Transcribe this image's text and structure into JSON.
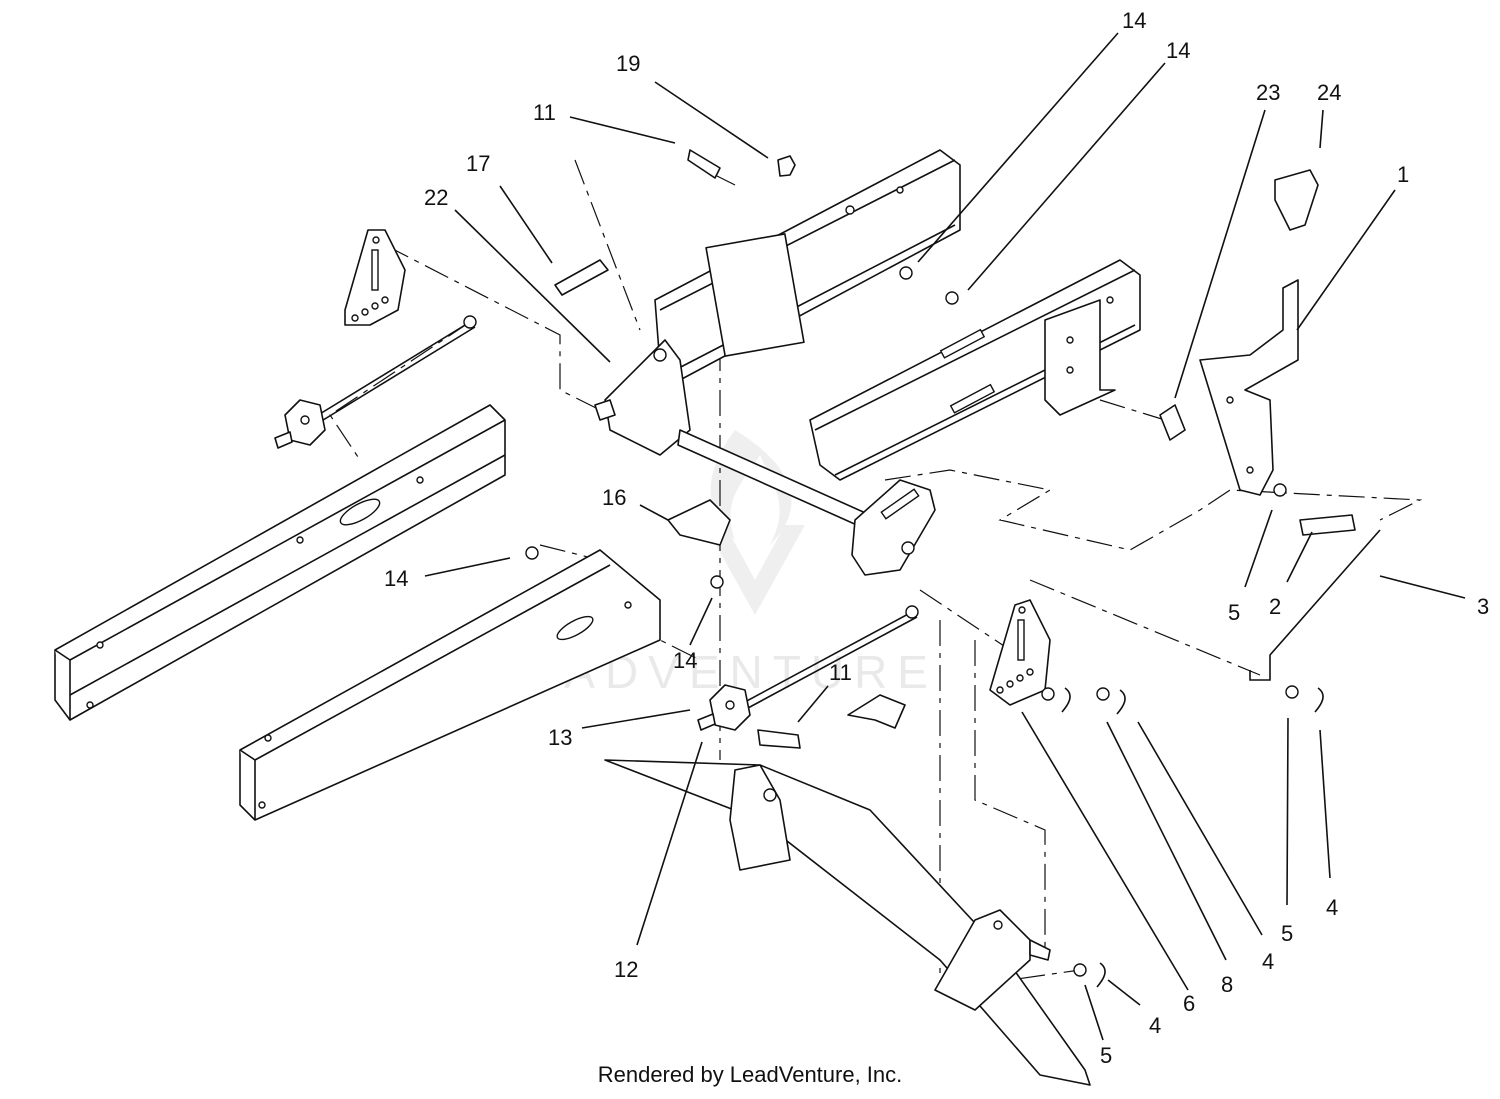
{
  "callouts": [
    {
      "label": "14"
    },
    {
      "label": "14"
    },
    {
      "label": "19"
    },
    {
      "label": "23"
    },
    {
      "label": "24"
    },
    {
      "label": "11"
    },
    {
      "label": "1"
    },
    {
      "label": "17"
    },
    {
      "label": "22"
    },
    {
      "label": "16"
    },
    {
      "label": "5"
    },
    {
      "label": "2"
    },
    {
      "label": "3"
    },
    {
      "label": "14"
    },
    {
      "label": "14"
    },
    {
      "label": "11"
    },
    {
      "label": "13"
    },
    {
      "label": "12"
    },
    {
      "label": "6"
    },
    {
      "label": "8"
    },
    {
      "label": "4"
    },
    {
      "label": "5"
    },
    {
      "label": "4"
    },
    {
      "label": "4"
    },
    {
      "label": "5"
    }
  ],
  "watermark": {
    "text": "LEADVENTURE"
  },
  "footer": {
    "text": "Rendered by LeadVenture, Inc."
  }
}
